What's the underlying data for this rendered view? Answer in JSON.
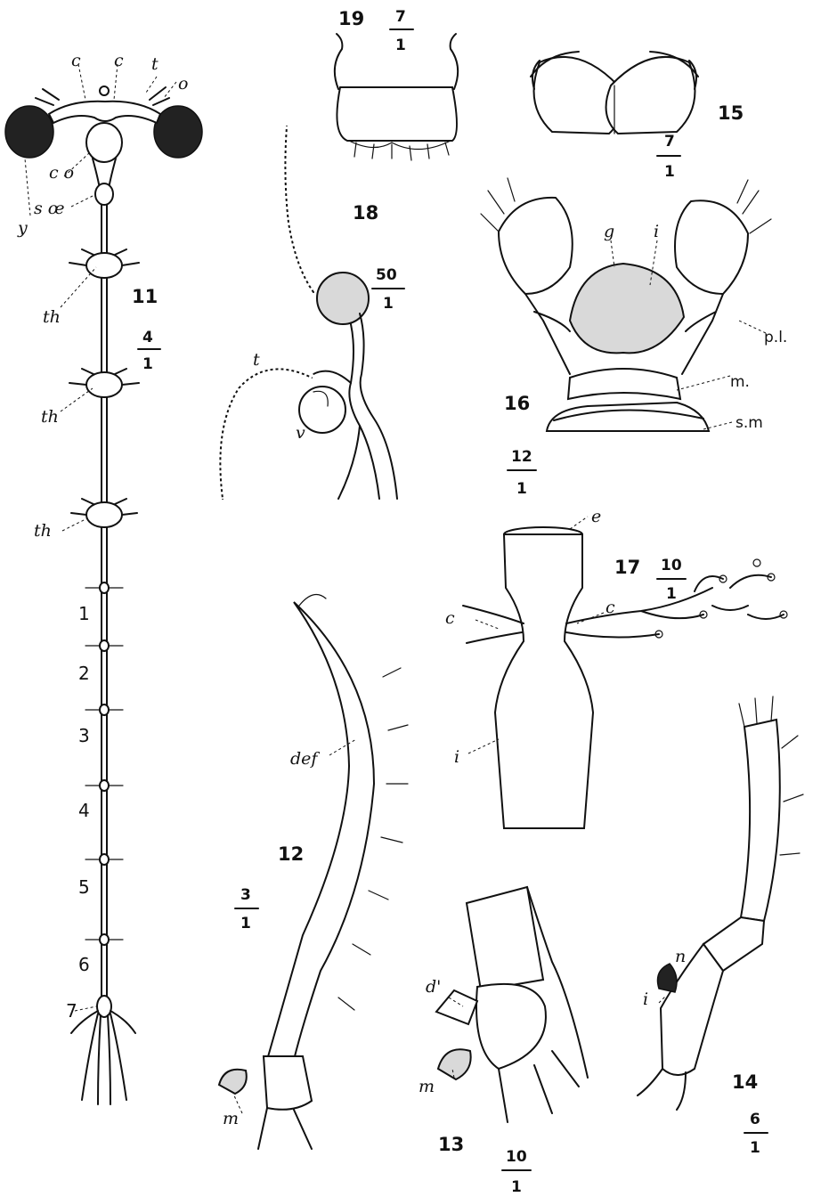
{
  "figures": {
    "fig11": {
      "number": "11",
      "scale": {
        "num": "4",
        "den": "1"
      },
      "labels": {
        "c_left": "c",
        "c_right": "c",
        "t": "t",
        "o": "o",
        "y": "y",
        "co": "c o",
        "soe": "s œ",
        "th1": "th",
        "th2": "th",
        "th3": "th"
      },
      "ganglia": [
        "1",
        "2",
        "3",
        "4",
        "5",
        "6",
        "7"
      ]
    },
    "fig12": {
      "number": "12",
      "scale": {
        "num": "3",
        "den": "1"
      },
      "labels": {
        "def": "def",
        "m": "m"
      }
    },
    "fig13": {
      "number": "13",
      "scale": {
        "num": "10",
        "den": "1"
      },
      "labels": {
        "d": "d'",
        "m": "m"
      }
    },
    "fig14": {
      "number": "14",
      "scale": {
        "num": "6",
        "den": "1"
      },
      "labels": {
        "n": "n",
        "i": "i"
      }
    },
    "fig15": {
      "number": "15",
      "scale": {
        "num": "7",
        "den": "1"
      }
    },
    "fig16": {
      "number": "16",
      "scale": {
        "num": "12",
        "den": "1"
      },
      "labels": {
        "g": "g",
        "i": "i",
        "pl": "p.l.",
        "m": "m.",
        "sm": "s.m"
      }
    },
    "fig17": {
      "number": "17",
      "scale": {
        "num": "10",
        "den": "1"
      },
      "labels": {
        "e": "e",
        "c_left": "c",
        "c_right": "c",
        "i": "i"
      }
    },
    "fig18": {
      "number": "18",
      "scale": {
        "num": "50",
        "den": "1"
      },
      "labels": {
        "t": "t",
        "v": "v"
      }
    },
    "fig19": {
      "number": "19",
      "scale": {
        "num": "7",
        "den": "1"
      }
    }
  }
}
